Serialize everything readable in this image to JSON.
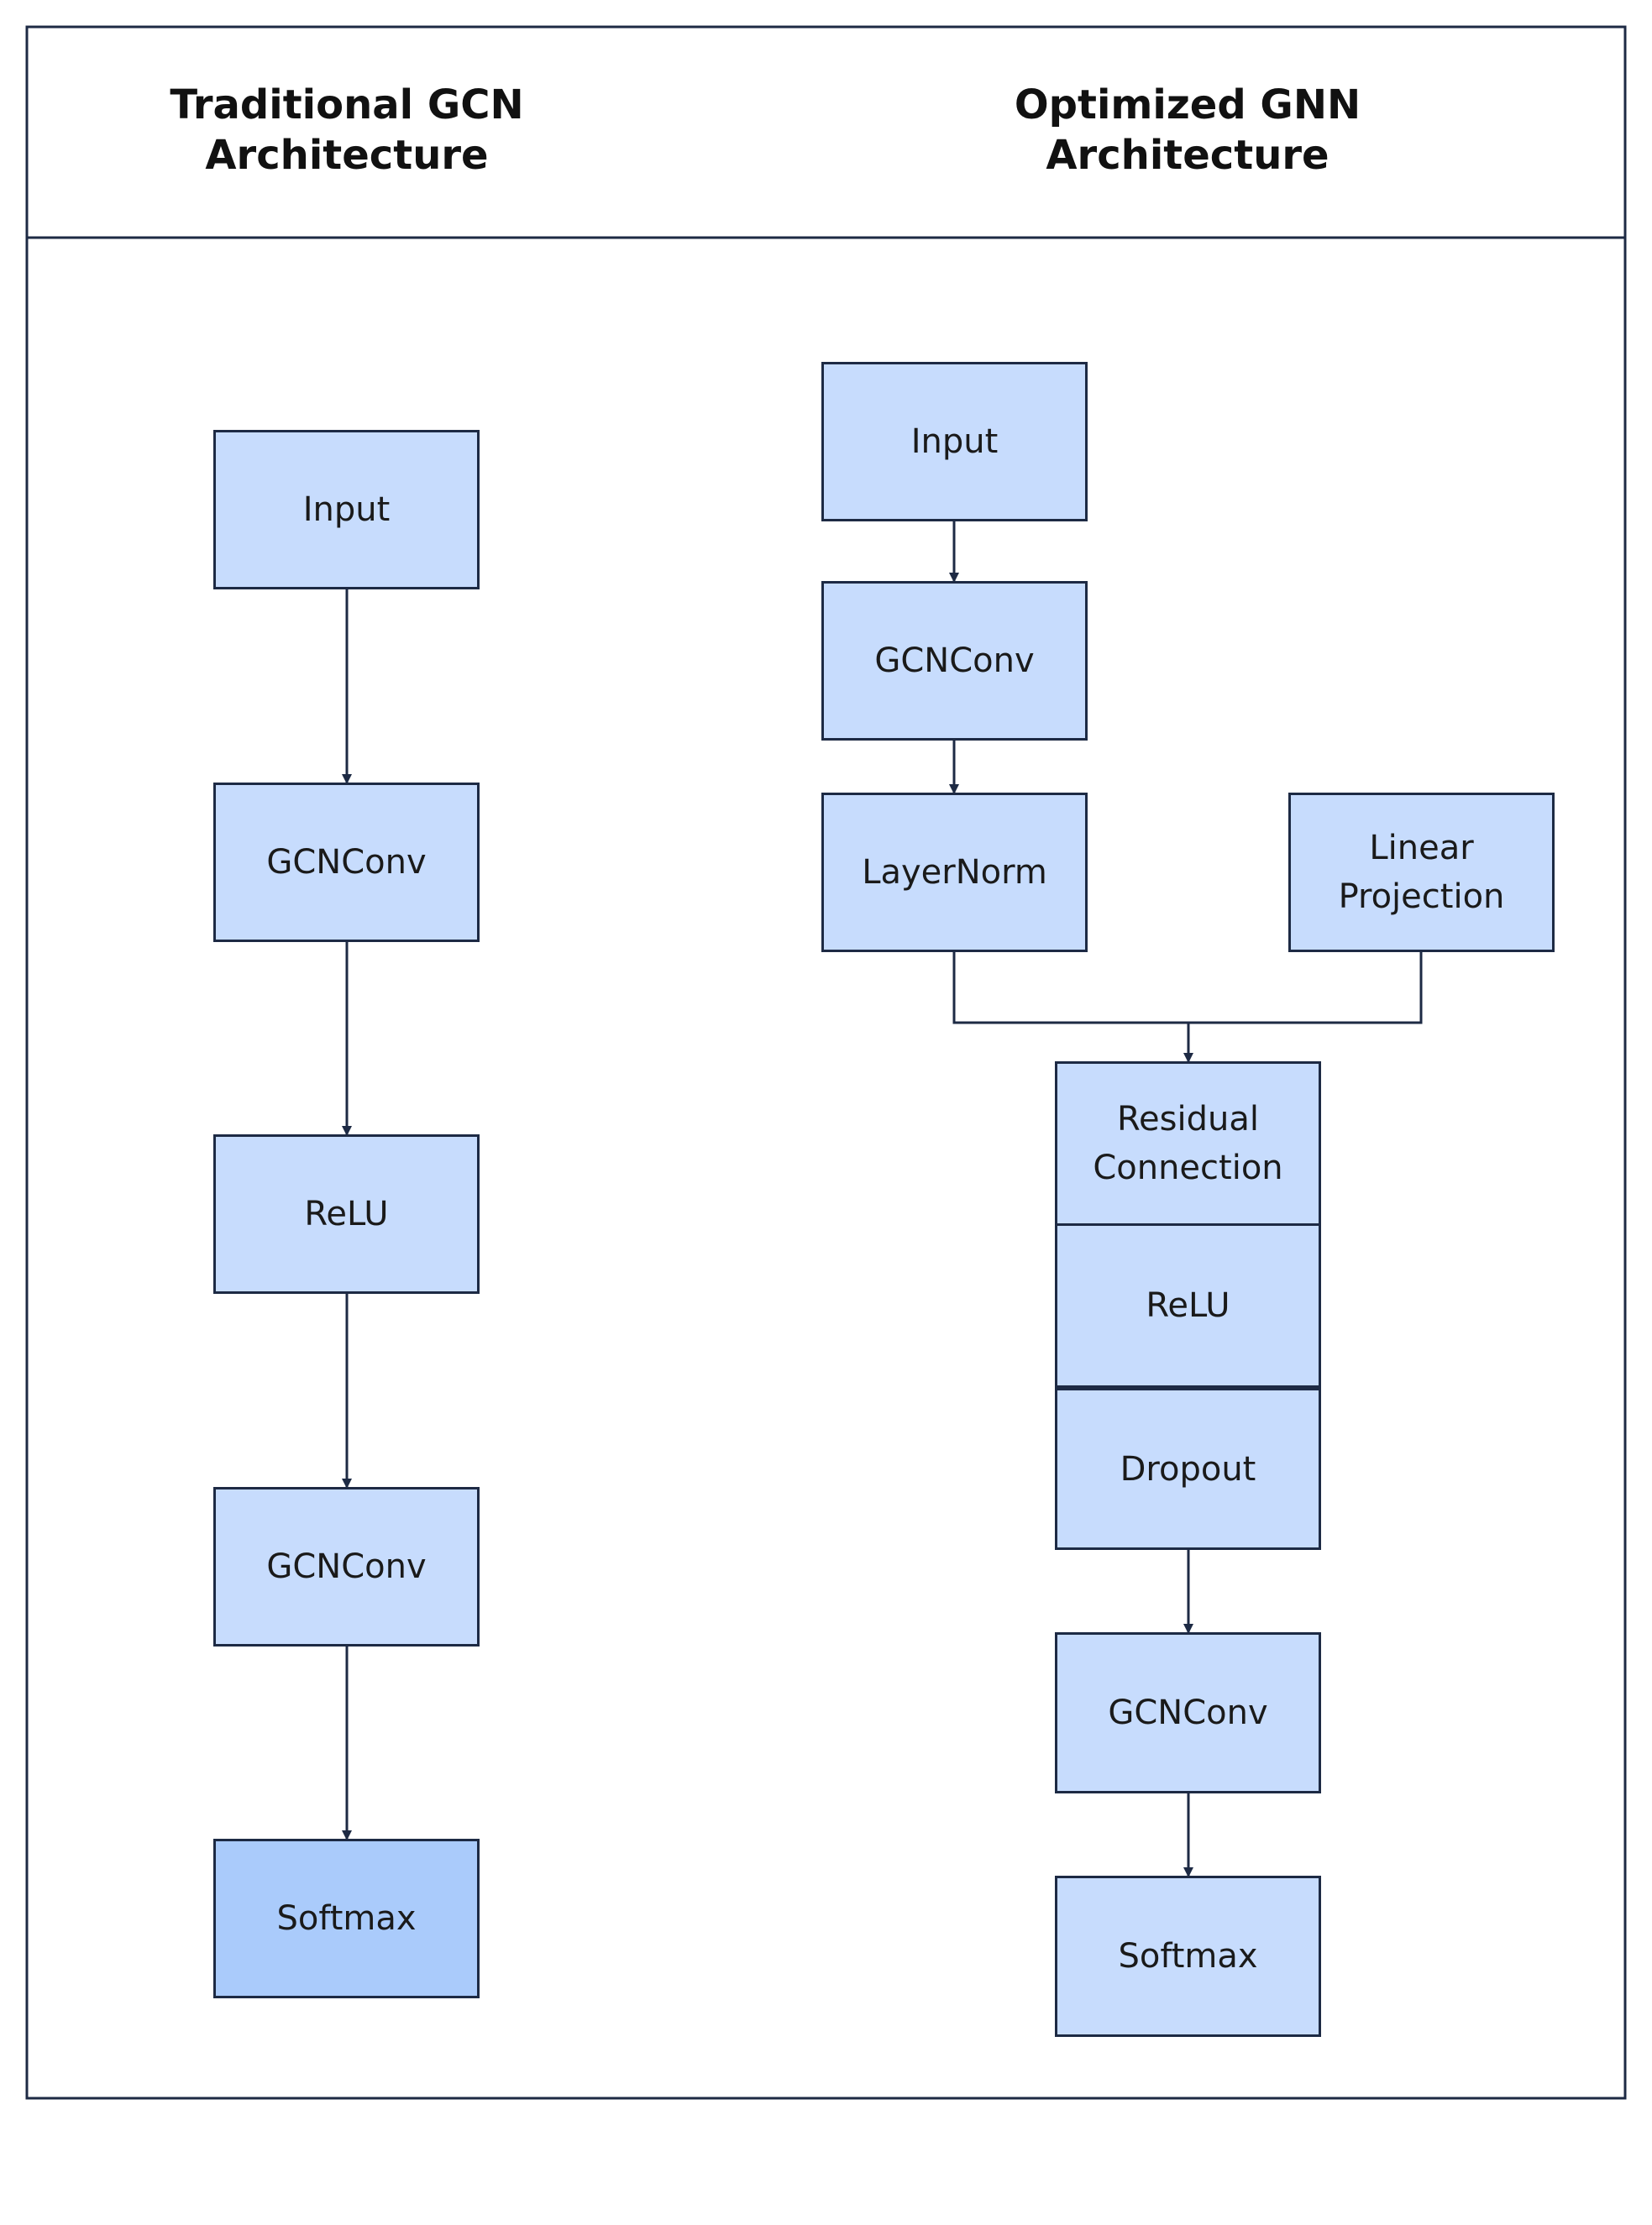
{
  "colors": {
    "node_fill": "#c7dcfd",
    "node_fill_output": "#aacbfb",
    "stroke": "#1d2a44"
  },
  "left": {
    "title_line1": "Traditional GCN",
    "title_line2": "Architecture",
    "nodes": [
      "Input",
      "GCNConv",
      "ReLU",
      "GCNConv",
      "Softmax"
    ]
  },
  "right": {
    "title_line1": "Optimized GNN",
    "title_line2": "Architecture",
    "input": "Input",
    "gcnconv1": "GCNConv",
    "layernorm": "LayerNorm",
    "linear_line1": "Linear",
    "linear_line2": "Projection",
    "residual_line1": "Residual",
    "residual_line2": "Connection",
    "relu": "ReLU",
    "dropout": "Dropout",
    "gcnconv2": "GCNConv",
    "softmax": "Softmax"
  }
}
